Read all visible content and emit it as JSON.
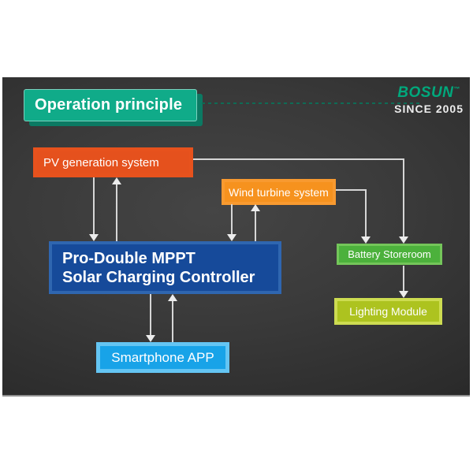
{
  "header": {
    "title": "Operation principle",
    "logo": {
      "brand": "BOSUN",
      "trademark": "™",
      "tagline": "SINCE 2005"
    }
  },
  "diagram": {
    "nodes": {
      "pv": {
        "label": "PV generation system",
        "color": "#e5511d"
      },
      "wind": {
        "label": "Wind turbine system",
        "color": "#f6921e"
      },
      "controller": {
        "line1": "Pro-Double MPPT",
        "line2": "Solar Charging Controller",
        "color": "#164a9a"
      },
      "smartphone": {
        "label": "Smartphone APP",
        "color": "#18a3e8"
      },
      "battery": {
        "label": "Battery Storeroom",
        "color": "#4cb13c"
      },
      "lighting": {
        "label": "Lighting Module",
        "color": "#adc31f"
      }
    },
    "edges": [
      {
        "from": "pv",
        "to": "controller",
        "direction": "down"
      },
      {
        "from": "controller",
        "to": "pv",
        "direction": "up"
      },
      {
        "from": "wind",
        "to": "controller",
        "direction": "down"
      },
      {
        "from": "controller",
        "to": "wind",
        "direction": "up"
      },
      {
        "from": "controller",
        "to": "smartphone",
        "direction": "down"
      },
      {
        "from": "smartphone",
        "to": "controller",
        "direction": "up"
      },
      {
        "from": "pv",
        "to": "battery",
        "direction": "right-then-down"
      },
      {
        "from": "wind",
        "to": "battery",
        "direction": "right-then-down"
      },
      {
        "from": "battery",
        "to": "lighting",
        "direction": "down"
      }
    ]
  },
  "palette": {
    "slide_bg": "#333333",
    "title_bg": "#10ab89",
    "title_shadow": "#0b7a63",
    "dashed_line": "#0e6b55",
    "logo_green": "#00a87c",
    "connector_line": "#d6d6d6",
    "text": "#ffffff"
  }
}
